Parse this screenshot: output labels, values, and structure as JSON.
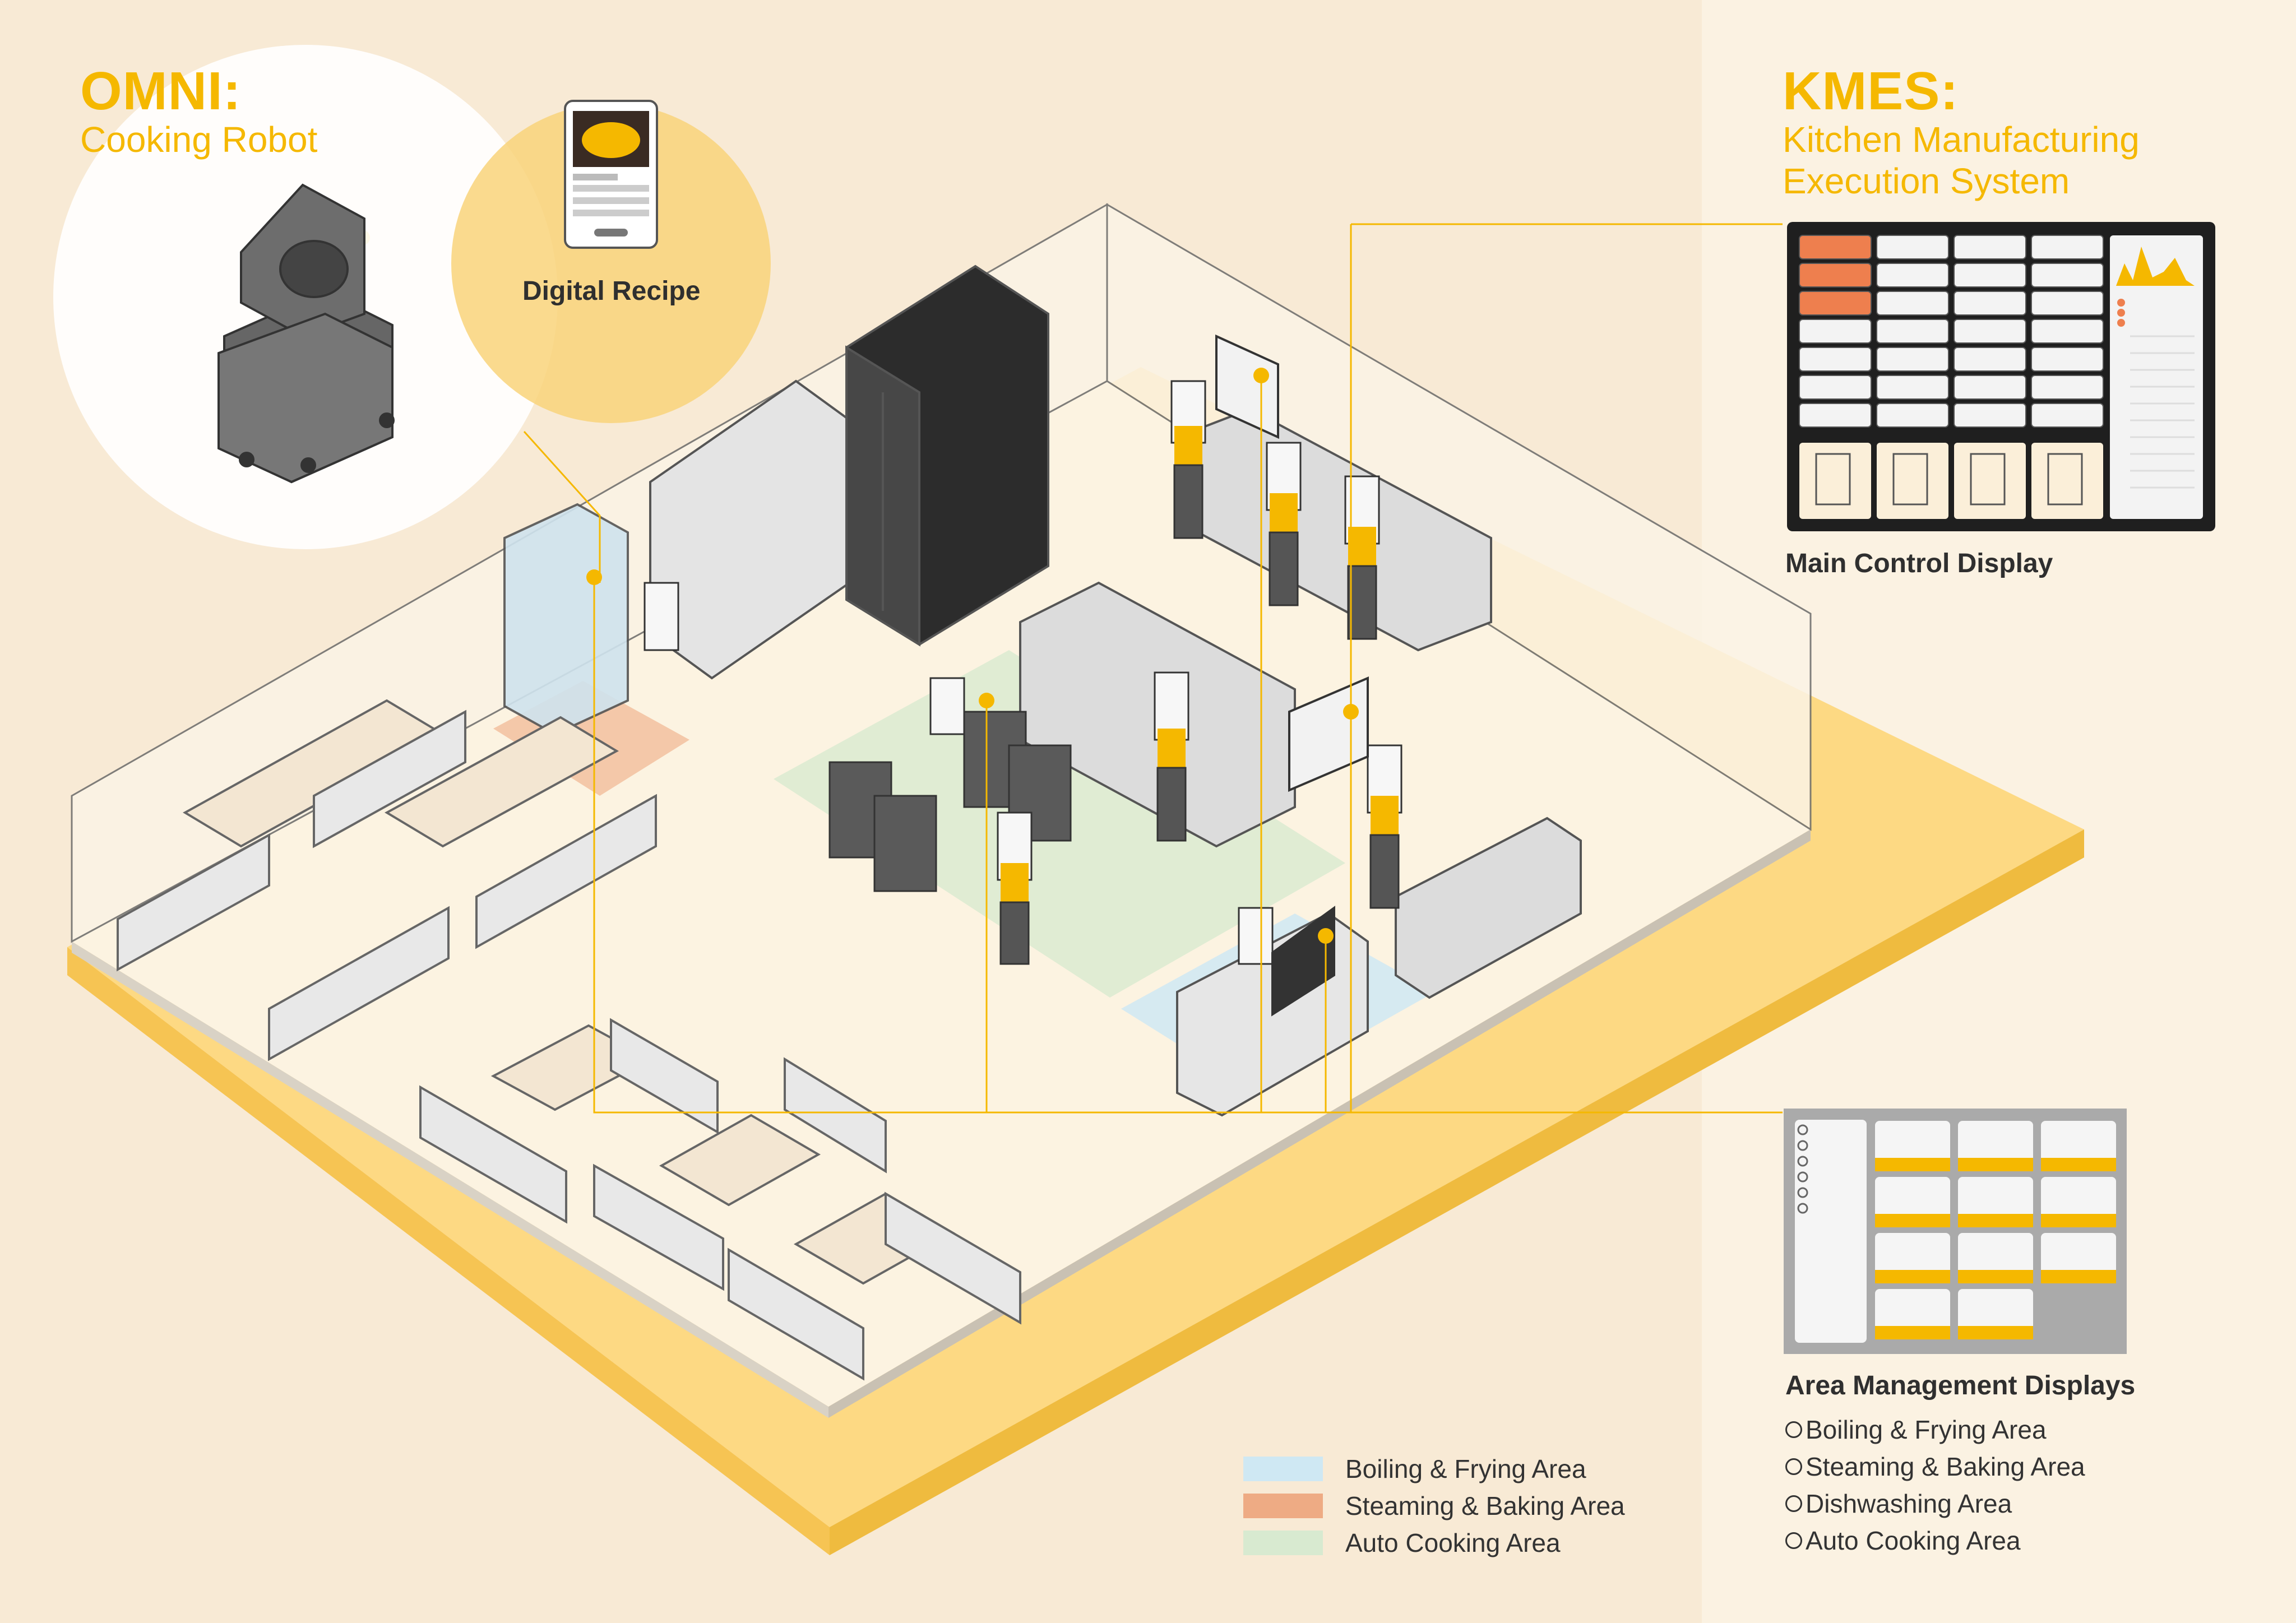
{
  "omni": {
    "title": "OMNI:",
    "subtitle": "Cooking Robot",
    "recipe_label": "Digital Recipe"
  },
  "kmes": {
    "title": "KMES:",
    "subtitle_line1": "Kitchen Manufacturing",
    "subtitle_line2": "Execution System",
    "main_display_label": "Main Control Display",
    "area_displays_label": "Area Management Displays",
    "area_list": [
      "Boiling & Frying Area",
      "Steaming & Baking Area",
      "Dishwashing Area",
      "Auto Cooking Area"
    ]
  },
  "legend": [
    {
      "label": "Boiling & Frying Area",
      "color": "#cfe8f3"
    },
    {
      "label": "Steaming & Baking Area",
      "color": "#eeab84"
    },
    {
      "label": "Auto Cooking Area",
      "color": "#d8ead0"
    }
  ],
  "colors": {
    "accent": "#f5b800",
    "background": "#f8ead5",
    "right_panel": "#fbf2e2",
    "floor": "#fde08d",
    "main_display_highlight": "#ee7f4e"
  }
}
